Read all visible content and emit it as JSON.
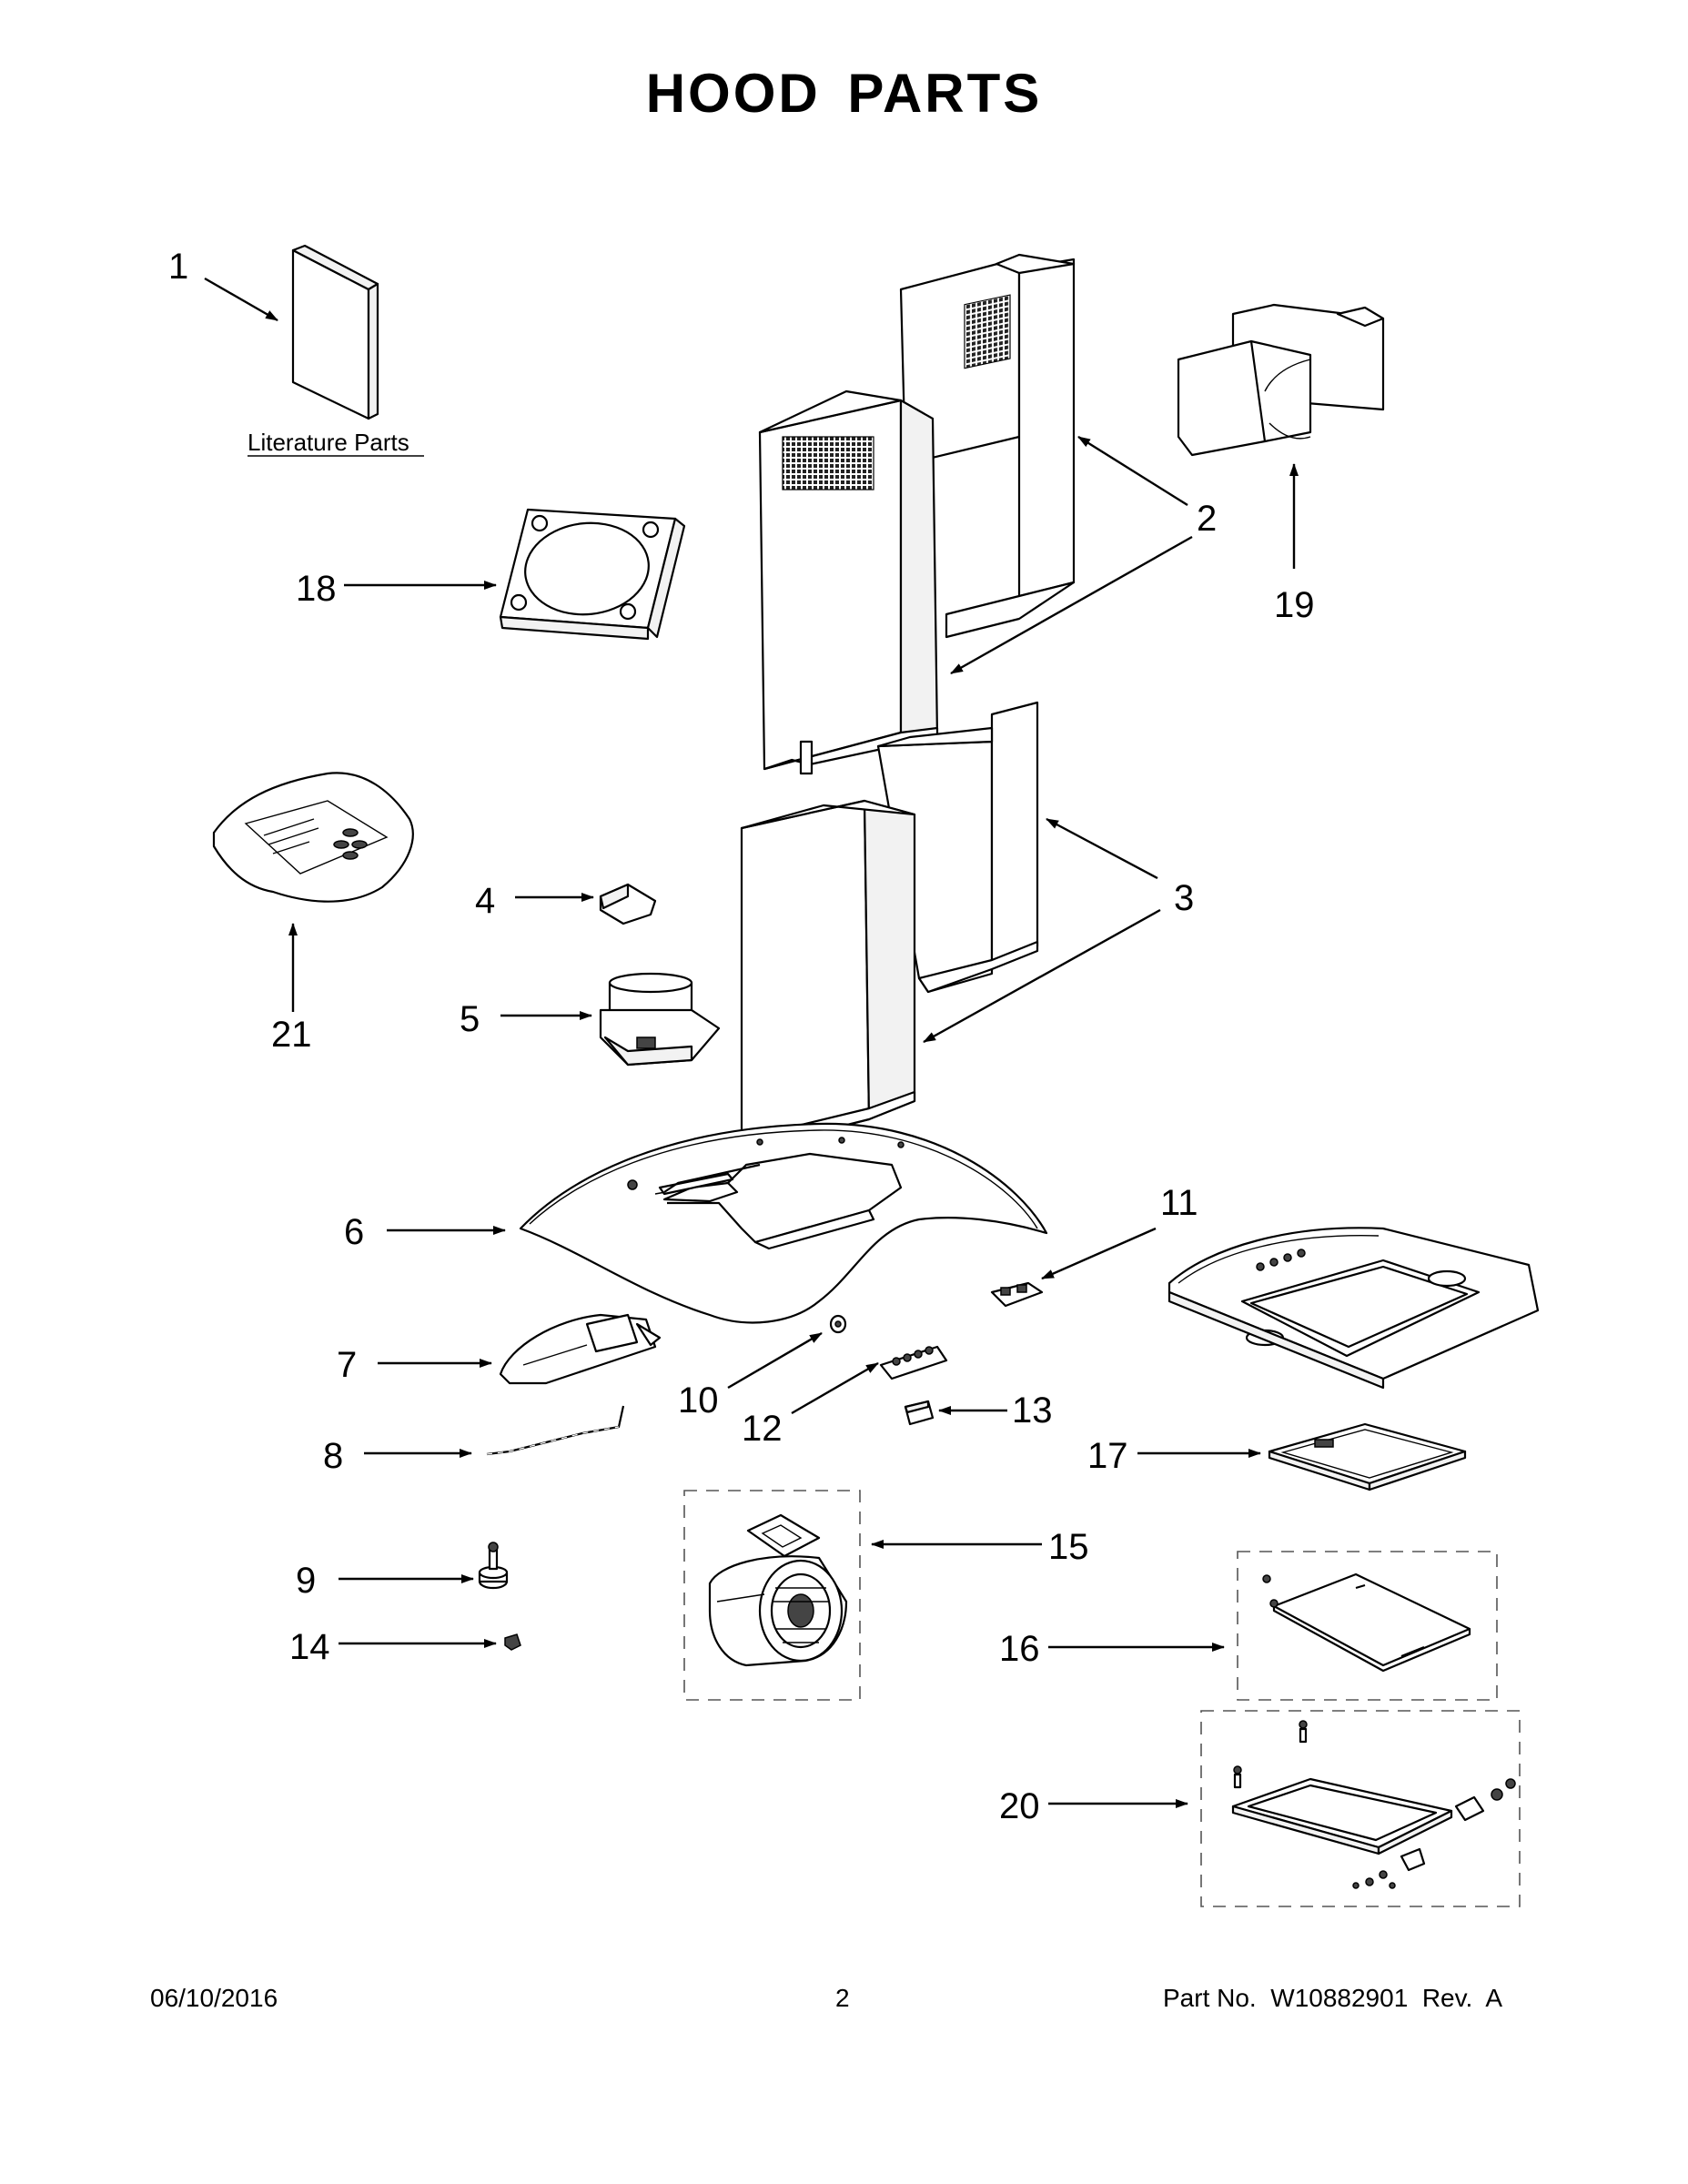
{
  "title": "HOOD PARTS",
  "literature_label": "Literature Parts",
  "callouts": {
    "c1": "1",
    "c2": "2",
    "c3": "3",
    "c4": "4",
    "c5": "5",
    "c6": "6",
    "c7": "7",
    "c8": "8",
    "c9": "9",
    "c10": "10",
    "c11": "11",
    "c12": "12",
    "c13": "13",
    "c14": "14",
    "c15": "15",
    "c16": "16",
    "c17": "17",
    "c18": "18",
    "c19": "19",
    "c20": "20",
    "c21": "21"
  },
  "footer": {
    "date": "06/10/2016",
    "page": "2",
    "part_no": "Part No.  W10882901  Rev.  A"
  }
}
